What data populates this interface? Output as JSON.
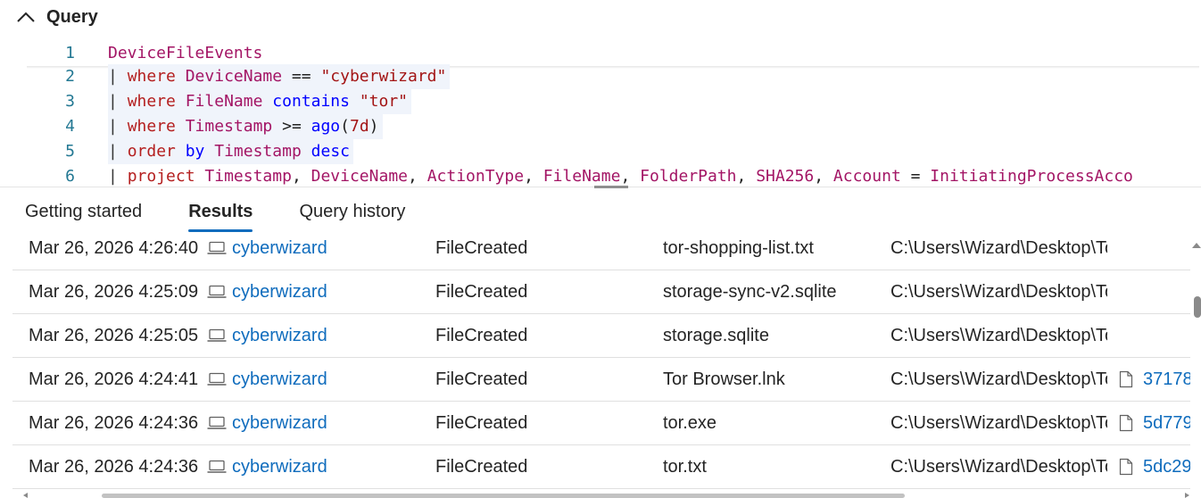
{
  "query": {
    "title": "Query",
    "lines": [
      {
        "n": "1",
        "tokens": [
          {
            "t": "DeviceFileEvents",
            "c": "ident"
          }
        ]
      },
      {
        "n": "2",
        "tokens": [
          {
            "t": "| ",
            "c": "pipe"
          },
          {
            "t": "where",
            "c": "kw"
          },
          {
            "t": " ",
            "c": "op"
          },
          {
            "t": "DeviceName",
            "c": "ident"
          },
          {
            "t": " == ",
            "c": "op"
          },
          {
            "t": "\"cyberwizard\"",
            "c": "str"
          }
        ]
      },
      {
        "n": "3",
        "tokens": [
          {
            "t": "| ",
            "c": "pipe"
          },
          {
            "t": "where",
            "c": "kw"
          },
          {
            "t": " ",
            "c": "op"
          },
          {
            "t": "FileName",
            "c": "ident"
          },
          {
            "t": " ",
            "c": "op"
          },
          {
            "t": "contains",
            "c": "blue"
          },
          {
            "t": " ",
            "c": "op"
          },
          {
            "t": "\"tor\"",
            "c": "str"
          }
        ]
      },
      {
        "n": "4",
        "tokens": [
          {
            "t": "| ",
            "c": "pipe"
          },
          {
            "t": "where",
            "c": "kw"
          },
          {
            "t": " ",
            "c": "op"
          },
          {
            "t": "Timestamp",
            "c": "ident"
          },
          {
            "t": " >= ",
            "c": "op"
          },
          {
            "t": "ago",
            "c": "blue"
          },
          {
            "t": "(",
            "c": "op"
          },
          {
            "t": "7d",
            "c": "num"
          },
          {
            "t": ")",
            "c": "op"
          }
        ]
      },
      {
        "n": "5",
        "tokens": [
          {
            "t": "| ",
            "c": "pipe"
          },
          {
            "t": "order",
            "c": "kw"
          },
          {
            "t": " ",
            "c": "op"
          },
          {
            "t": "by",
            "c": "blue"
          },
          {
            "t": " ",
            "c": "op"
          },
          {
            "t": "Timestamp",
            "c": "ident"
          },
          {
            "t": " ",
            "c": "op"
          },
          {
            "t": "desc",
            "c": "blue"
          }
        ]
      },
      {
        "n": "6",
        "tokens": [
          {
            "t": "| ",
            "c": "pipe"
          },
          {
            "t": "project",
            "c": "kw"
          },
          {
            "t": " ",
            "c": "op"
          },
          {
            "t": "Timestamp",
            "c": "ident"
          },
          {
            "t": ", ",
            "c": "op"
          },
          {
            "t": "DeviceName",
            "c": "ident"
          },
          {
            "t": ", ",
            "c": "op"
          },
          {
            "t": "ActionType",
            "c": "ident"
          },
          {
            "t": ", ",
            "c": "op"
          },
          {
            "t": "FileName",
            "c": "ident"
          },
          {
            "t": ", ",
            "c": "op"
          },
          {
            "t": "FolderPath",
            "c": "ident"
          },
          {
            "t": ", ",
            "c": "op"
          },
          {
            "t": "SHA256",
            "c": "ident"
          },
          {
            "t": ", ",
            "c": "op"
          },
          {
            "t": "Account",
            "c": "ident"
          },
          {
            "t": " = ",
            "c": "op"
          },
          {
            "t": "InitiatingProcessAcco",
            "c": "ident"
          }
        ]
      }
    ]
  },
  "tabs": [
    {
      "label": "Getting started",
      "active": false
    },
    {
      "label": "Results",
      "active": true
    },
    {
      "label": "Query history",
      "active": false
    }
  ],
  "results": {
    "rows": [
      {
        "timestamp": "Mar 26, 2026 4:26:40",
        "device": "cyberwizard",
        "action": "FileCreated",
        "file": "tor-shopping-list.txt",
        "path": "C:\\Users\\Wizard\\Desktop\\Tor Browser\\",
        "sha": ""
      },
      {
        "timestamp": "Mar 26, 2026 4:25:09",
        "device": "cyberwizard",
        "action": "FileCreated",
        "file": "storage-sync-v2.sqlite",
        "path": "C:\\Users\\Wizard\\Desktop\\Tor Browser\\",
        "sha": ""
      },
      {
        "timestamp": "Mar 26, 2026 4:25:05",
        "device": "cyberwizard",
        "action": "FileCreated",
        "file": "storage.sqlite",
        "path": "C:\\Users\\Wizard\\Desktop\\Tor Browser\\",
        "sha": ""
      },
      {
        "timestamp": "Mar 26, 2026 4:24:41",
        "device": "cyberwizard",
        "action": "FileCreated",
        "file": "Tor Browser.lnk",
        "path": "C:\\Users\\Wizard\\Desktop\\Tor Browser\\",
        "sha": "37178"
      },
      {
        "timestamp": "Mar 26, 2026 4:24:36",
        "device": "cyberwizard",
        "action": "FileCreated",
        "file": "tor.exe",
        "path": "C:\\Users\\Wizard\\Desktop\\Tor Browser\\",
        "sha": "5d779"
      },
      {
        "timestamp": "Mar 26, 2026 4:24:36",
        "device": "cyberwizard",
        "action": "FileCreated",
        "file": "tor.txt",
        "path": "C:\\Users\\Wizard\\Desktop\\Tor Browser\\",
        "sha": "5dc29"
      }
    ]
  },
  "icons": {
    "collapse": "chevron-up-icon",
    "device": "laptop-icon",
    "hash": "document-icon"
  },
  "colors": {
    "accent": "#0f6cbd",
    "keyword": "#b41e1e",
    "identifier": "#a31565",
    "string": "#a31515",
    "function": "#0000ff",
    "line_number": "#237893"
  }
}
